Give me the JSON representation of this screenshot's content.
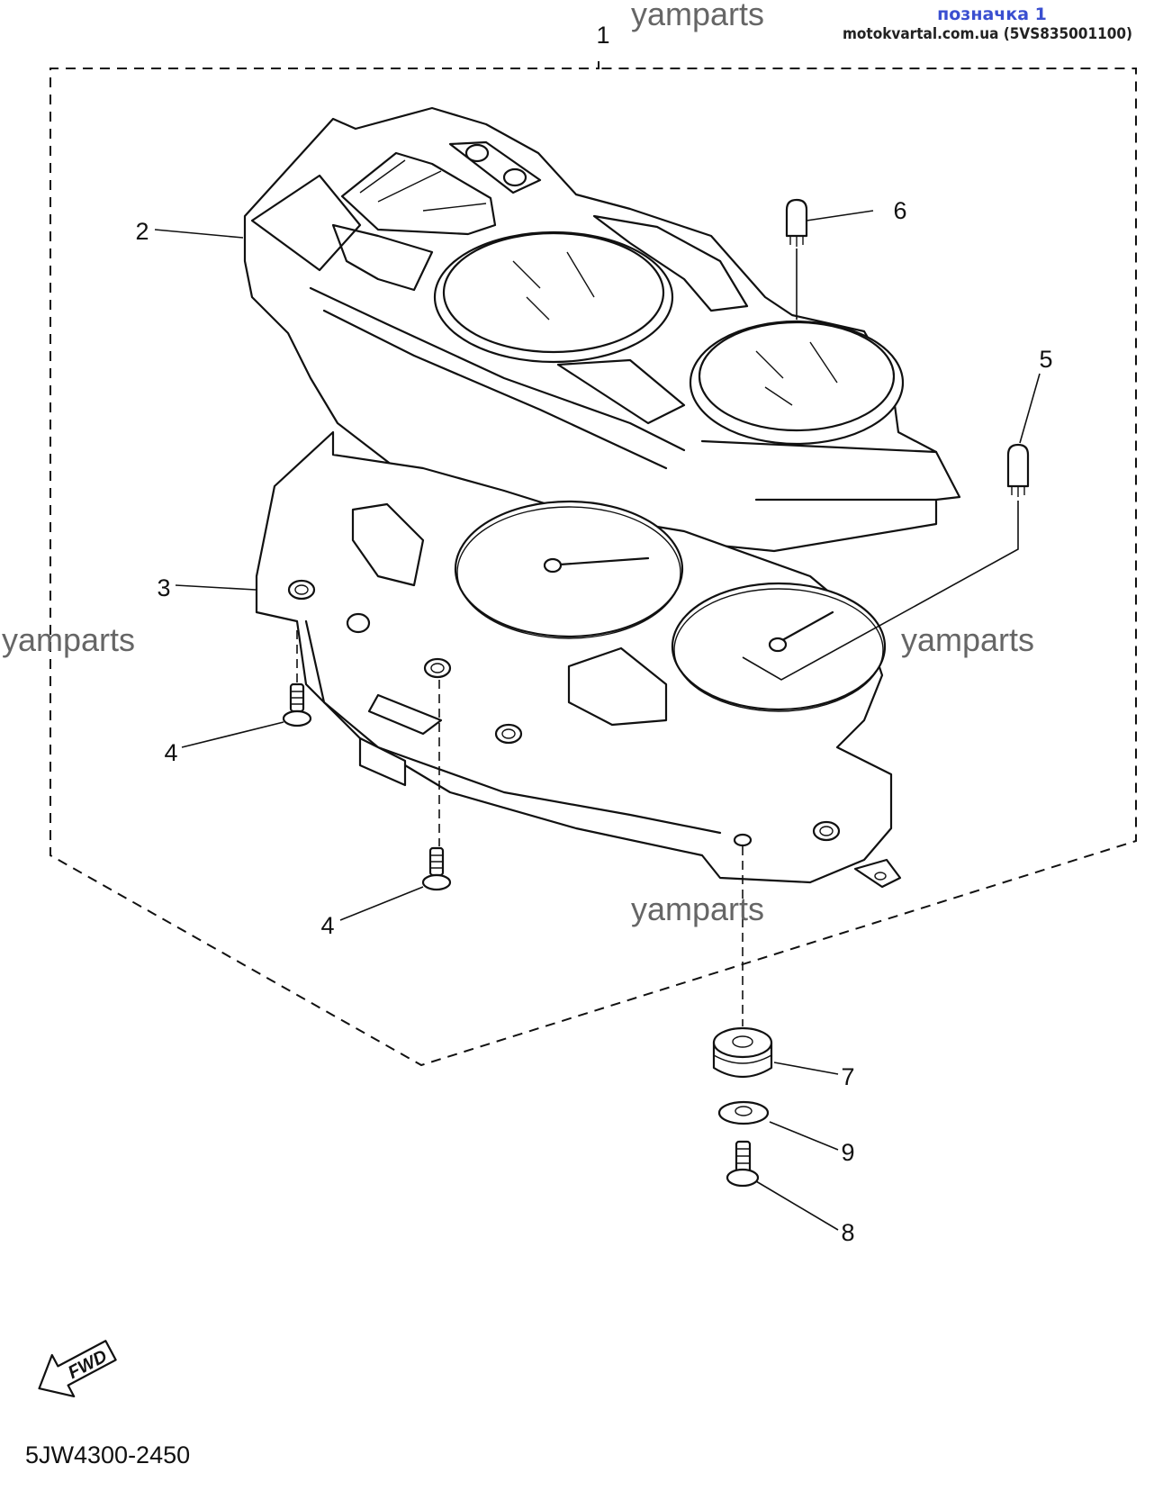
{
  "header": {
    "badge": "позначка 1",
    "source": "motokvartal.com.ua (5VS835001100)"
  },
  "watermarks": [
    "yamparts",
    "yamparts",
    "yamparts",
    "yamparts"
  ],
  "callouts": [
    {
      "id": "1",
      "label": "1"
    },
    {
      "id": "2",
      "label": "2"
    },
    {
      "id": "3",
      "label": "3"
    },
    {
      "id": "4a",
      "label": "4"
    },
    {
      "id": "4b",
      "label": "4"
    },
    {
      "id": "5",
      "label": "5"
    },
    {
      "id": "6",
      "label": "6"
    },
    {
      "id": "7",
      "label": "7"
    },
    {
      "id": "8",
      "label": "8"
    },
    {
      "id": "9",
      "label": "9"
    }
  ],
  "fwd_badge": "FWD",
  "diagram_code": "5JW4300-2450"
}
